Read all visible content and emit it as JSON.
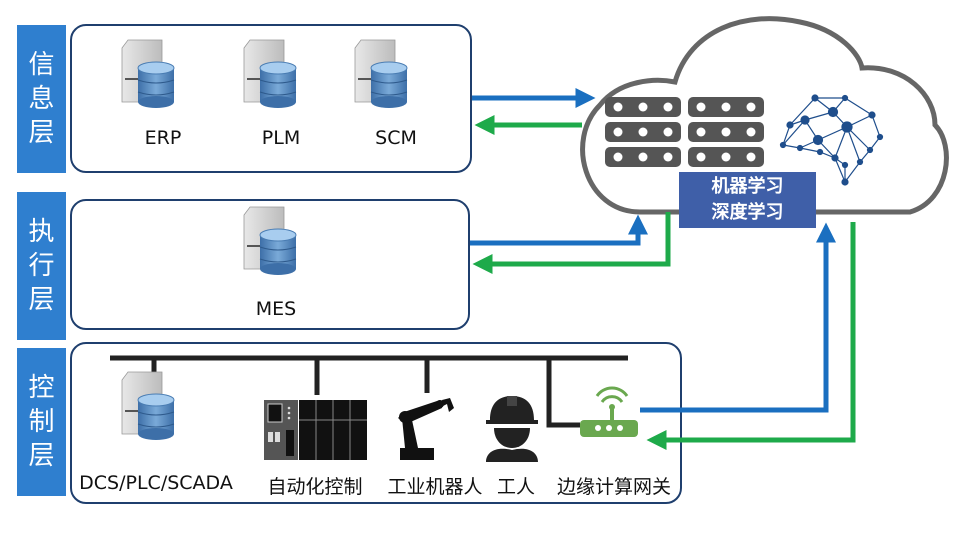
{
  "layers": [
    {
      "name": "信息层",
      "chars": [
        "信",
        "息",
        "层"
      ]
    },
    {
      "name": "执行层",
      "chars": [
        "执",
        "行",
        "层"
      ]
    },
    {
      "name": "控制层",
      "chars": [
        "控",
        "制",
        "层"
      ]
    }
  ],
  "info_layer": {
    "systems": [
      "ERP",
      "PLM",
      "SCM"
    ]
  },
  "execution_layer": {
    "systems": [
      "MES"
    ]
  },
  "control_layer": {
    "devices": [
      "DCS/PLC/SCADA",
      "自动化控制",
      "工业机器人",
      "工人",
      "边缘计算网关"
    ]
  },
  "cloud": {
    "label_line1": "机器学习",
    "label_line2": "深度学习"
  },
  "colors": {
    "layer_tab": "#2f7fcf",
    "box_border": "#1f3f6e",
    "uplink_arrow": "#1a6fc0",
    "downlink_arrow": "#1eaa4a",
    "cloud_label": "#3f5fa8",
    "gateway": "#6aa84f"
  }
}
